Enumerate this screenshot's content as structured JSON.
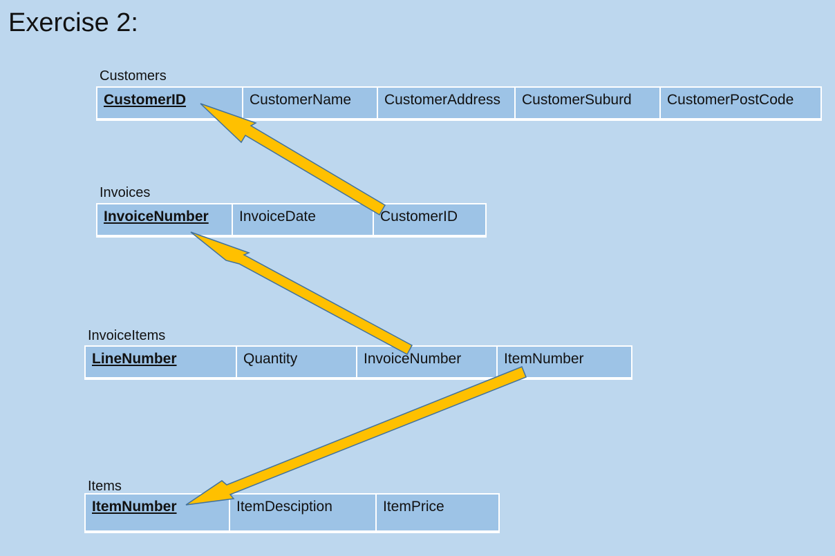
{
  "title": "Exercise 2:",
  "colors": {
    "background": "#bdd7ee",
    "cell": "#9dc3e6",
    "arrow_fill": "#ffc000",
    "arrow_stroke": "#41719c"
  },
  "tables": {
    "customers": {
      "name": "Customers",
      "fields": [
        "CustomerID",
        "CustomerName",
        "CustomerAddress",
        "CustomerSuburd",
        "CustomerPostCode"
      ],
      "primary_key": "CustomerID"
    },
    "invoices": {
      "name": "Invoices",
      "fields": [
        "InvoiceNumber",
        "InvoiceDate",
        "CustomerID"
      ],
      "primary_key": "InvoiceNumber"
    },
    "invoice_items": {
      "name": "InvoiceItems",
      "fields": [
        "LineNumber",
        "Quantity",
        "InvoiceNumber",
        "ItemNumber"
      ],
      "primary_key": "LineNumber"
    },
    "items": {
      "name": "Items",
      "fields": [
        "ItemNumber",
        "ItemDesciption",
        "ItemPrice"
      ],
      "primary_key": "ItemNumber"
    }
  },
  "relationships": [
    {
      "from": "Invoices.CustomerID",
      "to": "Customers.CustomerID"
    },
    {
      "from": "InvoiceItems.InvoiceNumber",
      "to": "Invoices.InvoiceNumber"
    },
    {
      "from": "InvoiceItems.ItemNumber",
      "to": "Items.ItemNumber"
    }
  ]
}
